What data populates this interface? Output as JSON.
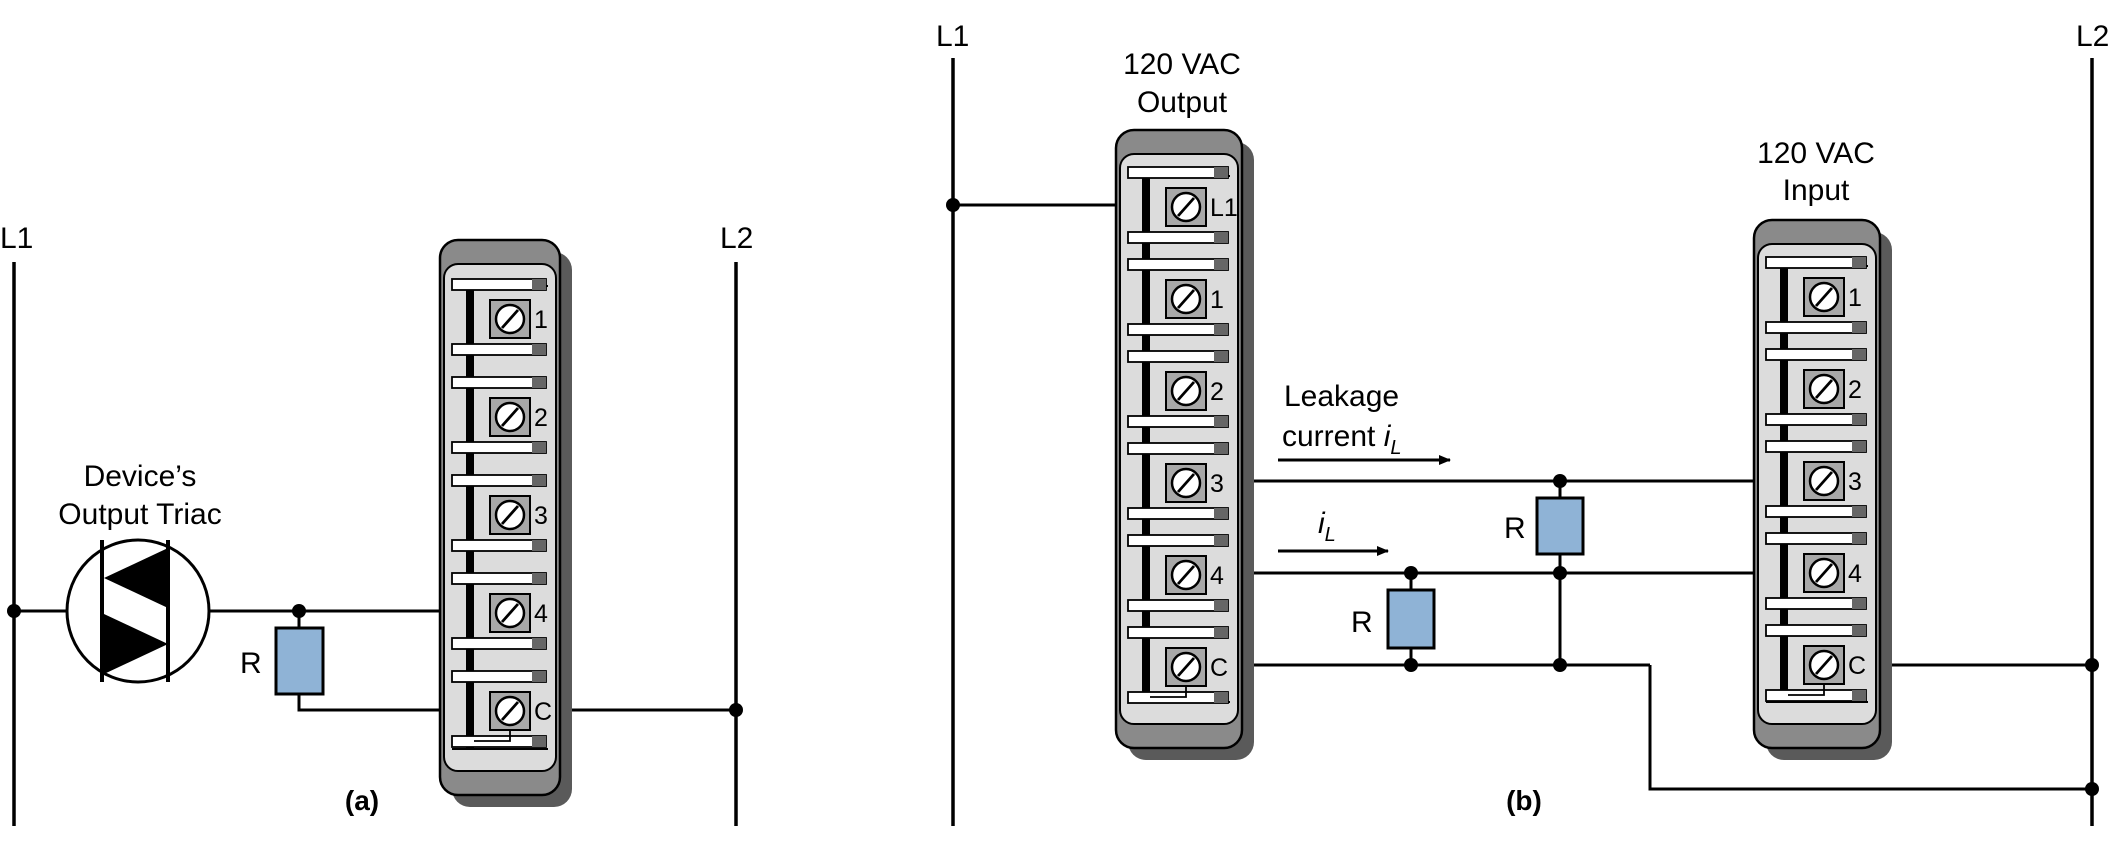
{
  "rails": {
    "a_left": "L1",
    "a_right": "L2",
    "b_left": "L1",
    "b_right": "L2"
  },
  "panel_a": {
    "caption": "(a)",
    "triac_label_line1": "Device’s",
    "triac_label_line2": "Output Triac",
    "resistor_label": "R",
    "terminals": [
      "1",
      "2",
      "3",
      "4",
      "C"
    ]
  },
  "panel_b": {
    "caption": "(b)",
    "output_module_line1": "120 VAC",
    "output_module_line2": "Output",
    "input_module_line1": "120 VAC",
    "input_module_line2": "Input",
    "output_terminals": [
      "L1",
      "1",
      "2",
      "3",
      "4",
      "C"
    ],
    "input_terminals": [
      "1",
      "2",
      "3",
      "4",
      "C"
    ],
    "leakage_line1": "Leakage",
    "leakage_line2": "current",
    "current_symbol": "i",
    "current_subscript": "L",
    "resistor_label_upper": "R",
    "resistor_label_lower": "R"
  },
  "colors": {
    "module_face": "#dcdcdc",
    "module_shadow": "#5a5a5a",
    "module_cap": "#8a8a8a",
    "resistor_fill": "#8fb3d6",
    "terminal_block": "#a8a8a8"
  }
}
